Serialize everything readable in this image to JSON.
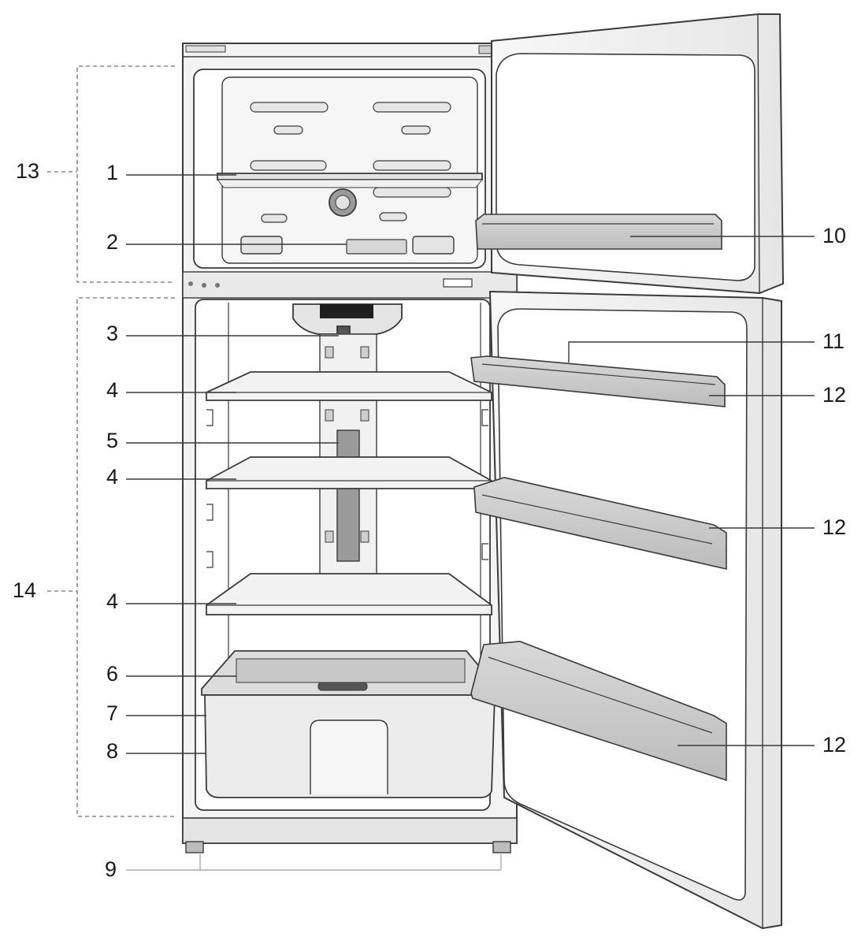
{
  "labels": {
    "l1": "1",
    "l2": "2",
    "l3": "3",
    "l4a": "4",
    "l4b": "4",
    "l4c": "4",
    "l5": "5",
    "l6": "6",
    "l7": "7",
    "l8": "8",
    "l9": "9",
    "l10": "10",
    "l11": "11",
    "l12a": "12",
    "l12b": "12",
    "l12c": "12",
    "l13": "13",
    "l14": "14"
  },
  "colors": {
    "line": "#3a3a3a",
    "fill_light": "#f3f3f3",
    "fill_mid": "#e2e2e2",
    "fill_dark": "#9a9a9a",
    "dashed": "#8a8a8a"
  }
}
